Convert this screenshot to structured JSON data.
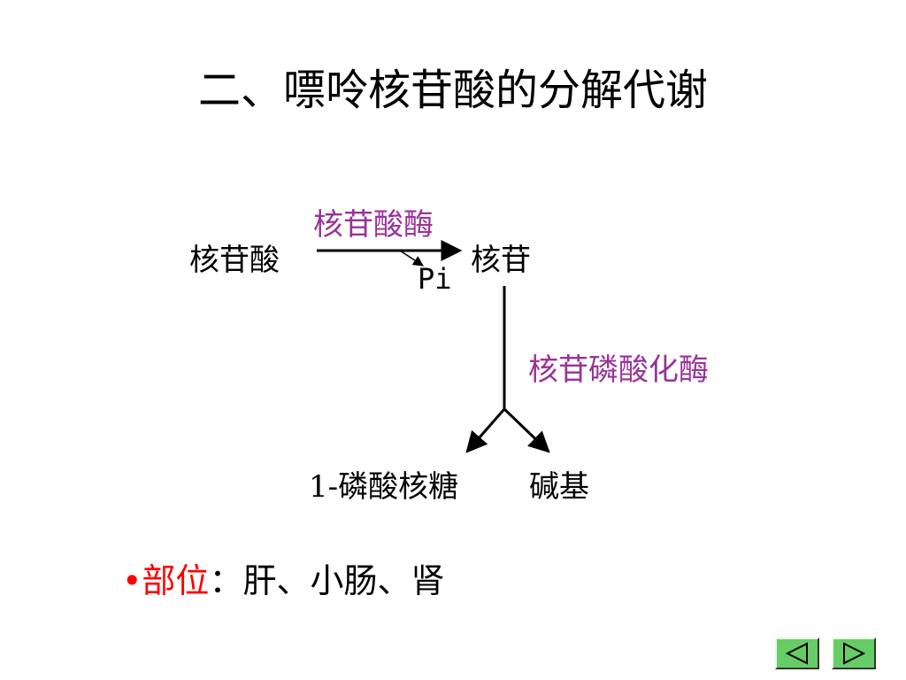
{
  "slide": {
    "title": "二、嘌呤核苷酸的分解代谢"
  },
  "diagram": {
    "substrate": "核苷酸",
    "enzyme1": "核苷酸酶",
    "byproduct": "Pi",
    "intermediate": "核苷",
    "enzyme2": "核苷磷酸化酶",
    "product1": "1-磷酸核糖",
    "product2": "碱基"
  },
  "bullet": {
    "marker": "•",
    "label": "部位",
    "colon": "：",
    "text": "肝、小肠、肾"
  },
  "colors": {
    "enzyme": "#993399",
    "highlight": "#ff0000",
    "nav_button": "#66cc66"
  },
  "nav": {
    "prev_icon": "triangle-left-icon",
    "next_icon": "triangle-right-icon"
  }
}
